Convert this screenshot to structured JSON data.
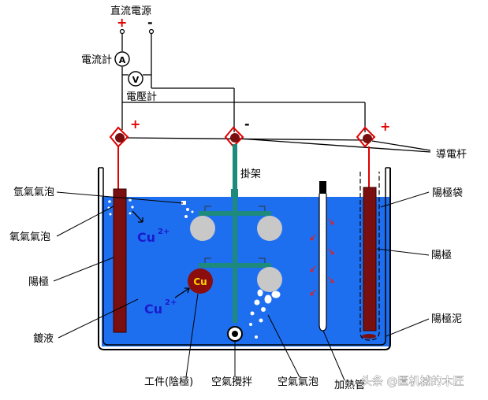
{
  "labels": {
    "dc_power": "直流電源",
    "ammeter": "電流計",
    "ammeter_symbol": "A",
    "voltmeter_symbol": "V",
    "voltmeter": "電壓計",
    "plus": "+",
    "minus": "-",
    "conductive_rod": "導電杆",
    "rack": "掛架",
    "anode_bag": "陽極袋",
    "anode_right": "陽極",
    "anode_left": "陽極",
    "anode_sludge": "陽極泥",
    "hydrogen_bubbles": "氫氣氣泡",
    "oxygen_bubbles": "氧氣氣泡",
    "plating_solution": "鍍液",
    "workpiece_cathode": "工件(陰極)",
    "air_agitation": "空氣攪拌",
    "air_bubbles": "空氣氣泡",
    "heating_tube": "加熱管",
    "copper_ion": "Cu",
    "copper_ion_charge": "2+",
    "workpiece_symbol": "Cu"
  },
  "watermark": "头条 @匱机械的木匠",
  "colors": {
    "solution": "#1e6ff0",
    "anode": "#7a0f0f",
    "rack": "#1d8a7c",
    "part": "#c8c8c8",
    "wire_red": "#e00000"
  }
}
